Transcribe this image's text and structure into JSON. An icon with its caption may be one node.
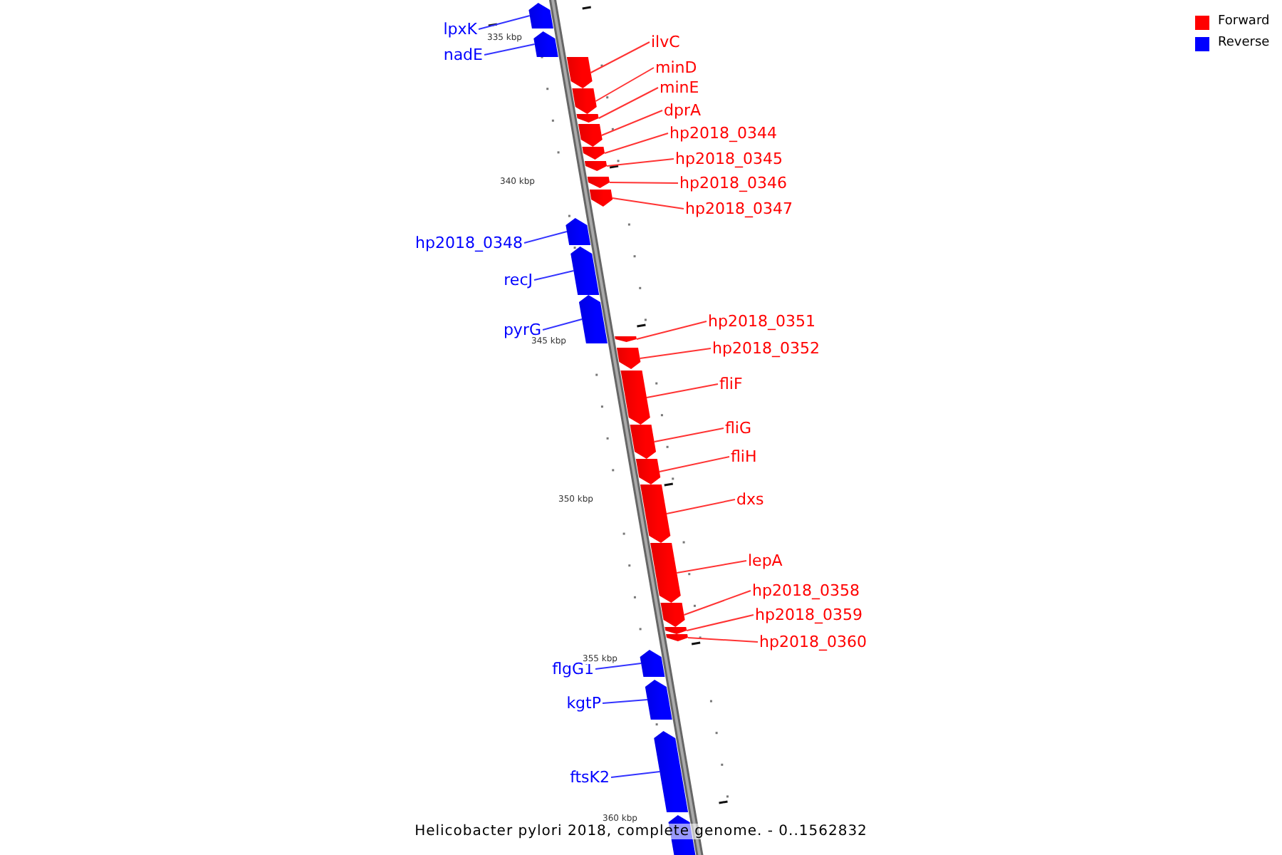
{
  "diagram": {
    "caption": "Helicobacter pylori 2018, complete genome. - 0..1562832",
    "nodes": [
      {
        "text": [
          "lpxK"
        ]
      },
      {
        "text": [],
        "shape": "bar"
      },
      {
        "text": [
          "nadE"
        ]
      },
      {
        "text": [],
        "shape": "bar"
      },
      {
        "text": [
          "ilvC"
        ]
      },
      {
        "text": [],
        "shape": "bar"
      },
      {
        "text": [
          "minD"
        ]
      },
      {
        "text": [],
        "shape": "bar"
      },
      {
        "text": [
          "minE"
        ]
      },
      {
        "text": [],
        "shape": "bar"
      },
      {
        "text": [
          "dprA"
        ]
      },
      {
        "text": [],
        "shape": "bar"
      },
      {
        "text": [
          "hp2018_0344"
        ]
      },
      {
        "text": [],
        "shape": "bar"
      },
      {
        "text": [
          "hp2018_0345"
        ]
      },
      {
        "text": [],
        "shape": "bar"
      },
      {
        "text": [
          "hp2018_0346"
        ]
      },
      {
        "text": [],
        "shape": "bar"
      },
      {
        "text": [
          "hp2018_0347"
        ]
      },
      {
        "text": [],
        "shape": "bar"
      },
      {
        "text": [
          "hp2018_0348"
        ]
      },
      {
        "text": [],
        "shape": "bar"
      },
      {
        "text": [
          "recJ"
        ]
      },
      {
        "text": [],
        "shape": "bar"
      },
      {
        "text": [
          "pyrG"
        ]
      },
      {
        "text": [],
        "shape": "bar"
      },
      {
        "text": [
          "hp2018_0351"
        ]
      },
      {
        "text": [],
        "shape": "bar"
      },
      {
        "text": [
          "hp2018_0352"
        ]
      },
      {
        "text": [],
        "shape": "bar"
      },
      {
        "text": [
          "fliF"
        ]
      },
      {
        "text": [],
        "shape": "bar"
      },
      {
        "text": [
          "fliG"
        ]
      },
      {
        "text": [],
        "shape": "bar"
      },
      {
        "text": [
          "fliH"
        ]
      },
      {
        "text": [],
        "shape": "bar"
      },
      {
        "text": [
          "dxs"
        ]
      },
      {
        "text": [],
        "shape": "bar"
      },
      {
        "text": [
          "lepA"
        ]
      },
      {
        "text": [],
        "shape": "bar"
      },
      {
        "text": [
          "hp2018_0358"
        ]
      },
      {
        "text": [],
        "shape": "bar"
      },
      {
        "text": [
          "hp2018_0359"
        ]
      },
      {
        "text": [],
        "shape": "bar"
      },
      {
        "text": [
          "hp2018_0360"
        ]
      },
      {
        "text": [],
        "shape": "bar"
      },
      {
        "text": [
          "flgG1"
        ]
      },
      {
        "text": [],
        "shape": "bar"
      },
      {
        "text": [
          "kgtP"
        ]
      },
      {
        "text": [],
        "shape": "bar"
      },
      {
        "text": [
          "ftsK2"
        ]
      },
      {
        "text": [],
        "shape": "bar"
      },
      {
        "text": [],
        "shape": "bar"
      }
    ],
    "edges": [
      {
        "from": 0,
        "to": 1,
        "arrow": "none",
        "color": "#3333ff"
      },
      {
        "from": 2,
        "to": 3,
        "arrow": "none",
        "color": "#3333ff"
      },
      {
        "from": 4,
        "to": 5,
        "arrow": "none"
      },
      {
        "from": 6,
        "to": 7,
        "arrow": "none"
      },
      {
        "from": 8,
        "to": 9,
        "arrow": "none"
      },
      {
        "from": 10,
        "to": 11,
        "arrow": "none"
      },
      {
        "from": 12,
        "to": 13,
        "arrow": "none"
      },
      {
        "from": 14,
        "to": 15,
        "arrow": "none"
      },
      {
        "from": 16,
        "to": 17,
        "arrow": "none"
      },
      {
        "from": 18,
        "to": 19,
        "arrow": "none"
      },
      {
        "from": 20,
        "to": 21,
        "arrow": "none",
        "color": "#3333ff"
      },
      {
        "from": 22,
        "to": 23,
        "arrow": "none",
        "color": "#3333ff"
      },
      {
        "from": 24,
        "to": 25,
        "arrow": "none",
        "color": "#3333ff"
      },
      {
        "from": 26,
        "to": 27,
        "arrow": "none"
      },
      {
        "from": 28,
        "to": 29,
        "arrow": "none"
      },
      {
        "from": 30,
        "to": 31,
        "arrow": "none"
      },
      {
        "from": 32,
        "to": 33,
        "arrow": "none"
      },
      {
        "from": 34,
        "to": 35,
        "arrow": "none"
      },
      {
        "from": 36,
        "to": 37,
        "arrow": "none"
      },
      {
        "from": 38,
        "to": 39,
        "arrow": "none"
      },
      {
        "from": 40,
        "to": 41,
        "arrow": "none"
      },
      {
        "from": 42,
        "to": 43,
        "arrow": "none"
      },
      {
        "from": 44,
        "to": 45,
        "arrow": "none"
      },
      {
        "from": 46,
        "to": 47,
        "arrow": "none",
        "color": "#3333ff"
      },
      {
        "from": 48,
        "to": 49,
        "arrow": "none",
        "color": "#3333ff"
      },
      {
        "from": 50,
        "to": 51,
        "arrow": "none",
        "color": "#3333ff"
      }
    ],
    "labels": [
      "335 kbp",
      "340 kbp",
      "345 kbp",
      "350 kbp",
      "355 kbp",
      "360 kbp"
    ],
    "legend": [
      {
        "text": "Forward",
        "color": "#ff0000"
      },
      {
        "text": "Reverse",
        "color": "#0000ff"
      }
    ]
  }
}
